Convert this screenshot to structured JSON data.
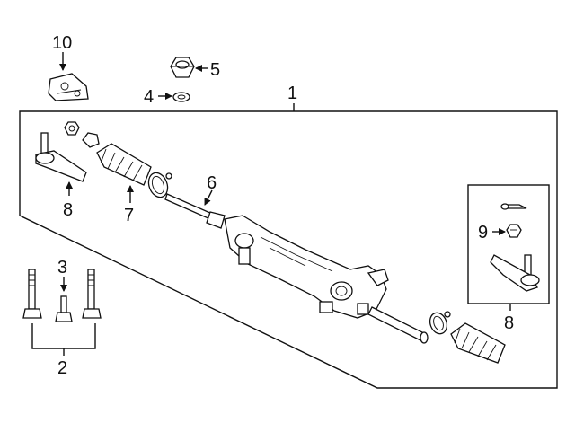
{
  "diagram": {
    "callouts": [
      {
        "id": "c1",
        "label": "1"
      },
      {
        "id": "c2",
        "label": "2"
      },
      {
        "id": "c3",
        "label": "3"
      },
      {
        "id": "c4",
        "label": "4"
      },
      {
        "id": "c5",
        "label": "5"
      },
      {
        "id": "c6",
        "label": "6"
      },
      {
        "id": "c7",
        "label": "7"
      },
      {
        "id": "c8a",
        "label": "8"
      },
      {
        "id": "c8b",
        "label": "8"
      },
      {
        "id": "c9",
        "label": "9"
      },
      {
        "id": "c10",
        "label": "10"
      }
    ]
  }
}
